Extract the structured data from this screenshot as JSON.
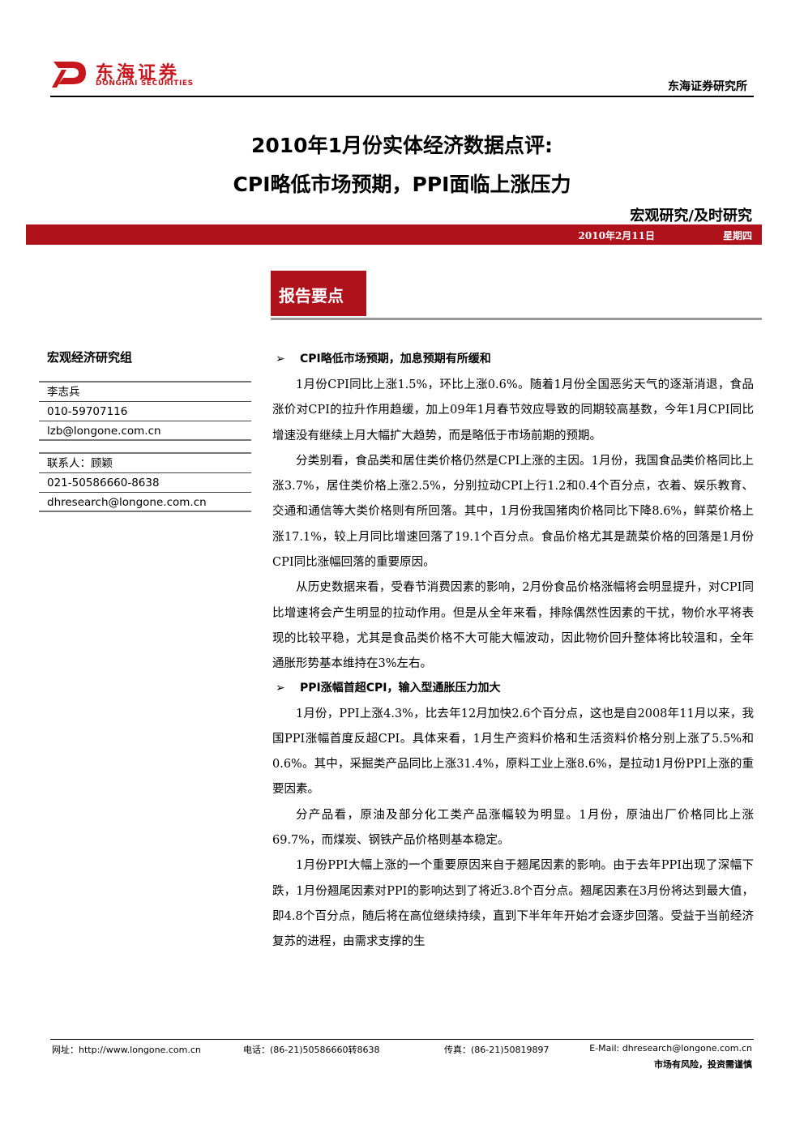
{
  "logo": {
    "cn": "东海证券",
    "en": "DONGHAI SECURITIES"
  },
  "institute": "东海证券研究所",
  "title_line1": "2010年1月份实体经济数据点评:",
  "title_line2": "CPI略低市场预期，PPI面临上涨压力",
  "category": "宏观研究/及时研究",
  "date": "2010年2月11日",
  "weekday": "星期四",
  "section_label": "报告要点",
  "left": {
    "group_title": "宏观经济研究组",
    "author": {
      "name": "李志兵",
      "phone": "010-59707116",
      "email": "lzb@longone.com.cn"
    },
    "contact": {
      "label": "联系人：顾颖",
      "phone": "021-50586660-8638",
      "email": "dhresearch@longone.com.cn"
    }
  },
  "sections": [
    {
      "heading": "CPI略低市场预期，加息预期有所缓和",
      "paragraphs": [
        "1月份CPI同比上涨1.5%，环比上涨0.6%。随着1月份全国恶劣天气的逐渐消退，食品涨价对CPI的拉升作用趋缓，加上09年1月春节效应导致的同期较高基数，今年1月CPI同比增速没有继续上月大幅扩大趋势，而是略低于市场前期的预期。",
        "分类别看，食品类和居住类价格仍然是CPI上涨的主因。1月份，我国食品类价格同比上涨3.7%，居住类价格上涨2.5%，分别拉动CPI上行1.2和0.4个百分点，衣着、娱乐教育、交通和通信等大类价格则有所回落。其中，1月份我国猪肉价格同比下降8.6%，鲜菜价格上涨17.1%，较上月同比增速回落了19.1个百分点。食品价格尤其是蔬菜价格的回落是1月份CPI同比涨幅回落的重要原因。",
        "从历史数据来看，受春节消费因素的影响，2月份食品价格涨幅将会明显提升，对CPI同比增速将会产生明显的拉动作用。但是从全年来看，排除偶然性因素的干扰，物价水平将表现的比较平稳，尤其是食品类价格不大可能大幅波动，因此物价回升整体将比较温和，全年通胀形势基本维持在3%左右。"
      ]
    },
    {
      "heading": "PPI涨幅首超CPI，输入型通胀压力加大",
      "paragraphs": [
        "1月份，PPI上涨4.3%，比去年12月加快2.6个百分点，这也是自2008年11月以来，我国PPI涨幅首度反超CPI。具体来看，1月生产资料价格和生活资料价格分别上涨了5.5%和0.6%。其中，采掘类产品同比上涨31.4%，原料工业上涨8.6%，是拉动1月份PPI上涨的重要因素。",
        "分产品看，原油及部分化工类产品涨幅较为明显。1月份，原油出厂价格同比上涨69.7%，而煤炭、钢铁产品价格则基本稳定。",
        "1月份PPI大幅上涨的一个重要原因来自于翘尾因素的影响。由于去年PPI出现了深幅下跌，1月份翘尾因素对PPI的影响达到了将近3.8个百分点。翘尾因素在3月份将达到最大值，即4.8个百分点，随后将在高位继续持续，直到下半年年开始才会逐步回落。受益于当前经济复苏的进程，由需求支撑的生"
      ]
    }
  ],
  "footer": {
    "website": "网址：http://www.longone.com.cn",
    "phone": "电话：(86-21)50586660转8638",
    "fax": "传真：(86-21)50819897",
    "email": "E-Mail: dhresearch@longone.com.cn",
    "risk": "市场有风险，投资需谨慎"
  },
  "colors": {
    "brand_red": "#b0121c",
    "logo_red": "#c8161d"
  }
}
